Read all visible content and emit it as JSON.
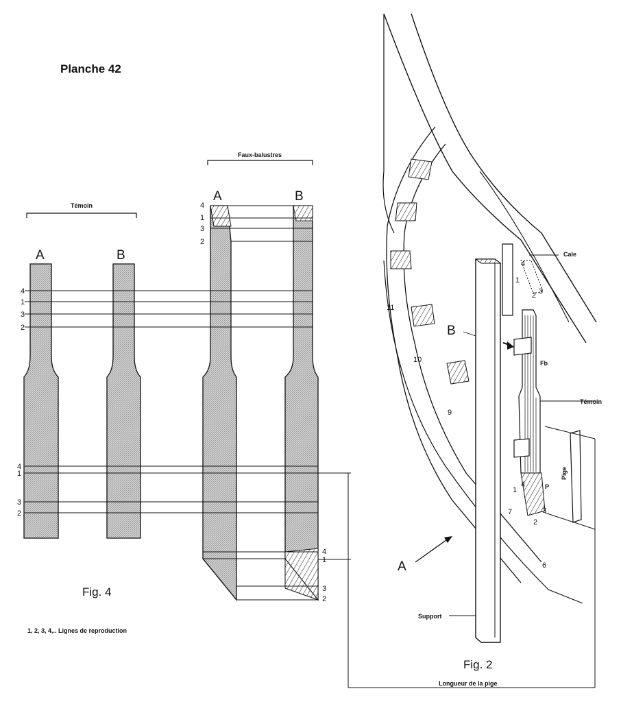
{
  "title": "Planche 42",
  "fig4": {
    "caption": "Fig. 4",
    "temoin_label": "Témoin",
    "faux_label": "Faux-balustres",
    "letter_a": "A",
    "letter_b": "B",
    "legend": "1, 2, 3, 4,..  Lignes de reproduction",
    "lines": [
      "1",
      "2",
      "3",
      "4"
    ]
  },
  "fig2": {
    "caption": "Fig. 2",
    "letter_a": "A",
    "letter_b": "B",
    "labels": {
      "cale": "Cale",
      "fb": "Fb",
      "temoin": "Témoin",
      "pige": "Pige",
      "p": "P",
      "support": "Support",
      "longueur": "Longueur de la pige"
    },
    "small_numbers": [
      "11",
      "10",
      "9",
      "7",
      "6"
    ]
  }
}
